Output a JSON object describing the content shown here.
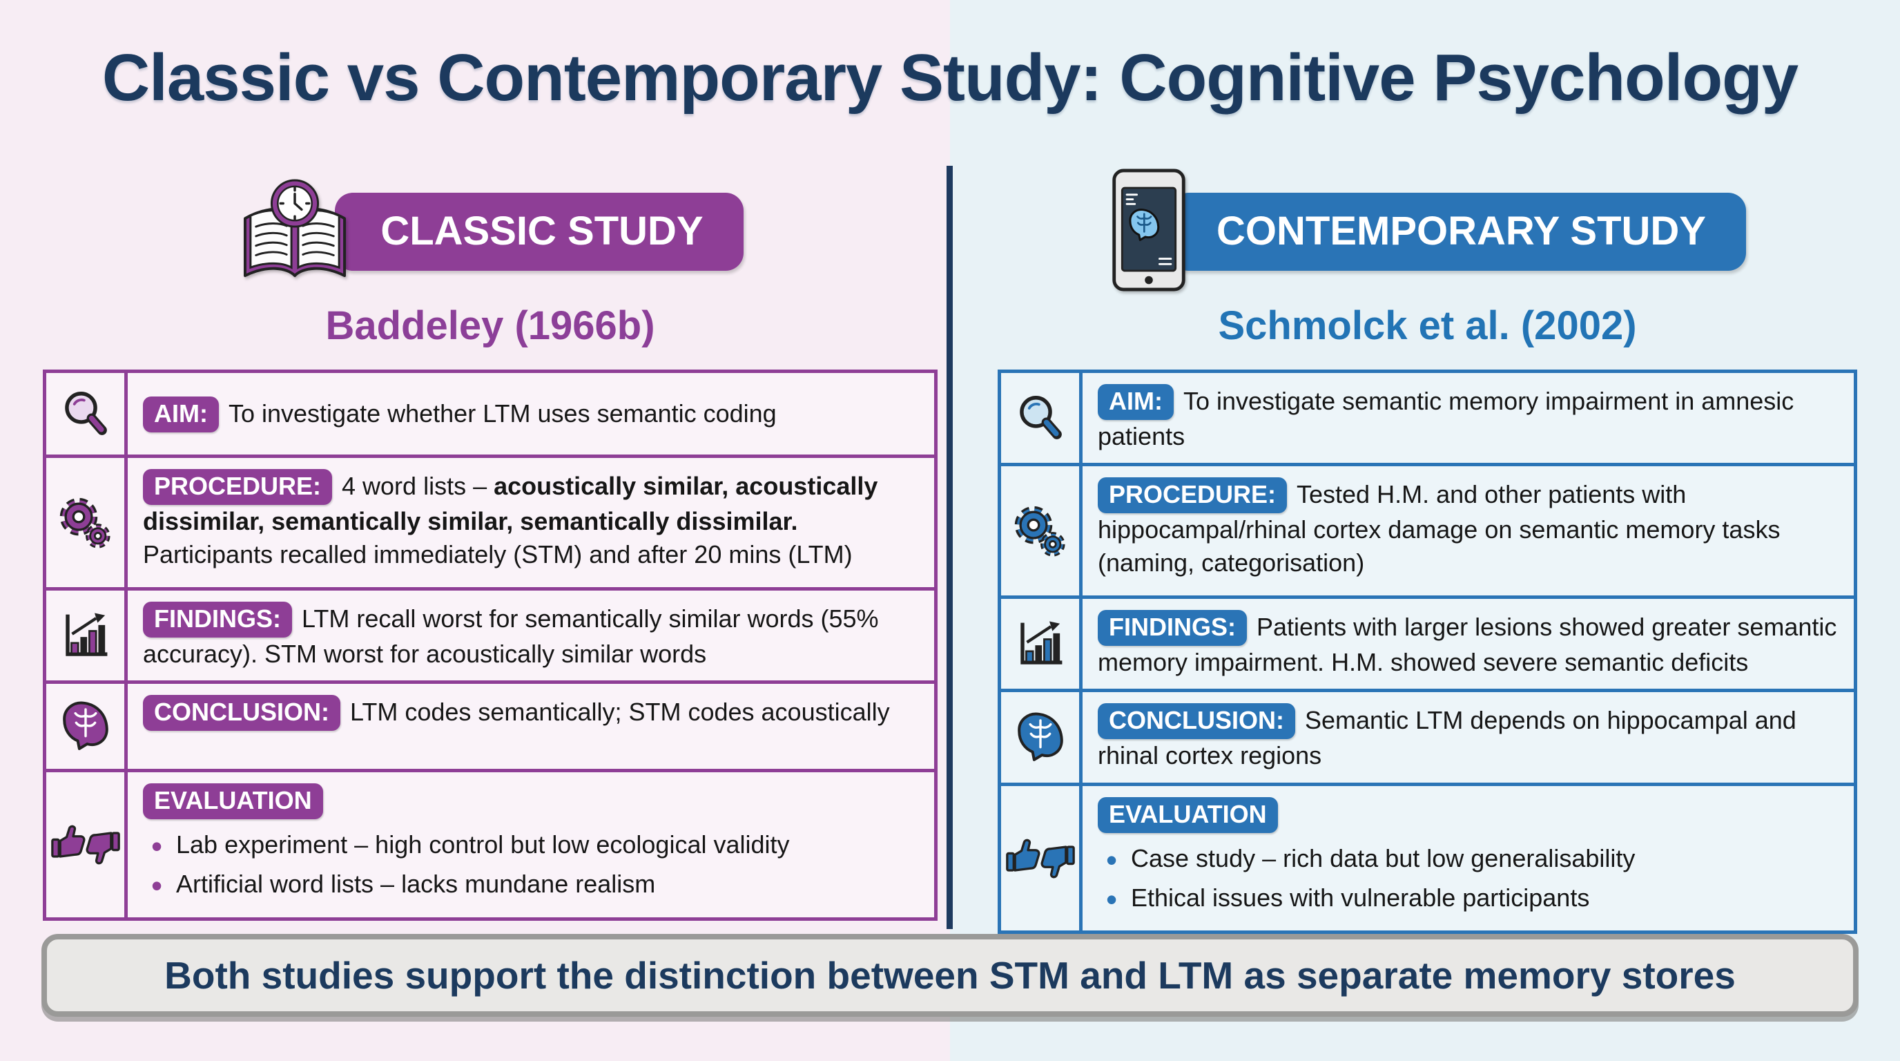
{
  "title": "Classic vs Contemporary Study: Cognitive Psychology",
  "footer": "Both studies support the distinction between STM and LTM as separate memory stores",
  "colors": {
    "classic_accent": "#8e3e96",
    "contemporary_accent": "#2a74b6",
    "title_navy": "#1c3a5e",
    "left_background": "#f7edf4",
    "right_background": "#e8f2f6",
    "footer_background": "#e9e8e6",
    "footer_border": "#9a9a98"
  },
  "icons": {
    "classic_header": "open-book-with-clock",
    "contemporary_header": "tablet-with-brain",
    "aim": "magnifying-glass",
    "procedure": "gears",
    "findings": "rising-bar-chart",
    "conclusion": "brain",
    "evaluation": "thumbs-up-down"
  },
  "classic": {
    "header": "CLASSIC STUDY",
    "study": "Baddeley (1966b)",
    "rows": {
      "aim": {
        "label": "AIM:",
        "text": "To investigate whether LTM uses semantic coding"
      },
      "procedure": {
        "label": "PROCEDURE:",
        "text_start": "4 word lists – ",
        "text_bold": "acoustically similar, acoustically dissimilar, semantically similar, semantically dissimilar.",
        "text_end": "Participants recalled immediately (STM) and after 20 mins (LTM)"
      },
      "findings": {
        "label": "FINDINGS:",
        "text": "LTM recall worst for semantically similar words (55% accuracy). STM worst for acoustically similar words"
      },
      "conclusion": {
        "label": "CONCLUSION:",
        "text": "LTM codes semantically; STM codes acoustically"
      },
      "evaluation": {
        "label": "EVALUATION",
        "bullets": [
          "Lab experiment – high control but low ecological validity",
          "Artificial word lists – lacks mundane realism"
        ]
      }
    }
  },
  "contemporary": {
    "header": "CONTEMPORARY STUDY",
    "study": "Schmolck et al. (2002)",
    "rows": {
      "aim": {
        "label": "AIM:",
        "text": "To investigate semantic memory impairment in amnesic patients"
      },
      "procedure": {
        "label": "PROCEDURE:",
        "text": "Tested H.M. and other patients with hippocampal/rhinal cortex damage on semantic memory tasks (naming, categorisation)"
      },
      "findings": {
        "label": "FINDINGS:",
        "text": "Patients with larger lesions showed greater semantic memory impairment. H.M. showed severe semantic deficits"
      },
      "conclusion": {
        "label": "CONCLUSION:",
        "text": "Semantic LTM depends on hippocampal and rhinal cortex regions"
      },
      "evaluation": {
        "label": "EVALUATION",
        "bullets": [
          "Case study – rich data but low generalisability",
          "Ethical issues with vulnerable participants"
        ]
      }
    }
  }
}
